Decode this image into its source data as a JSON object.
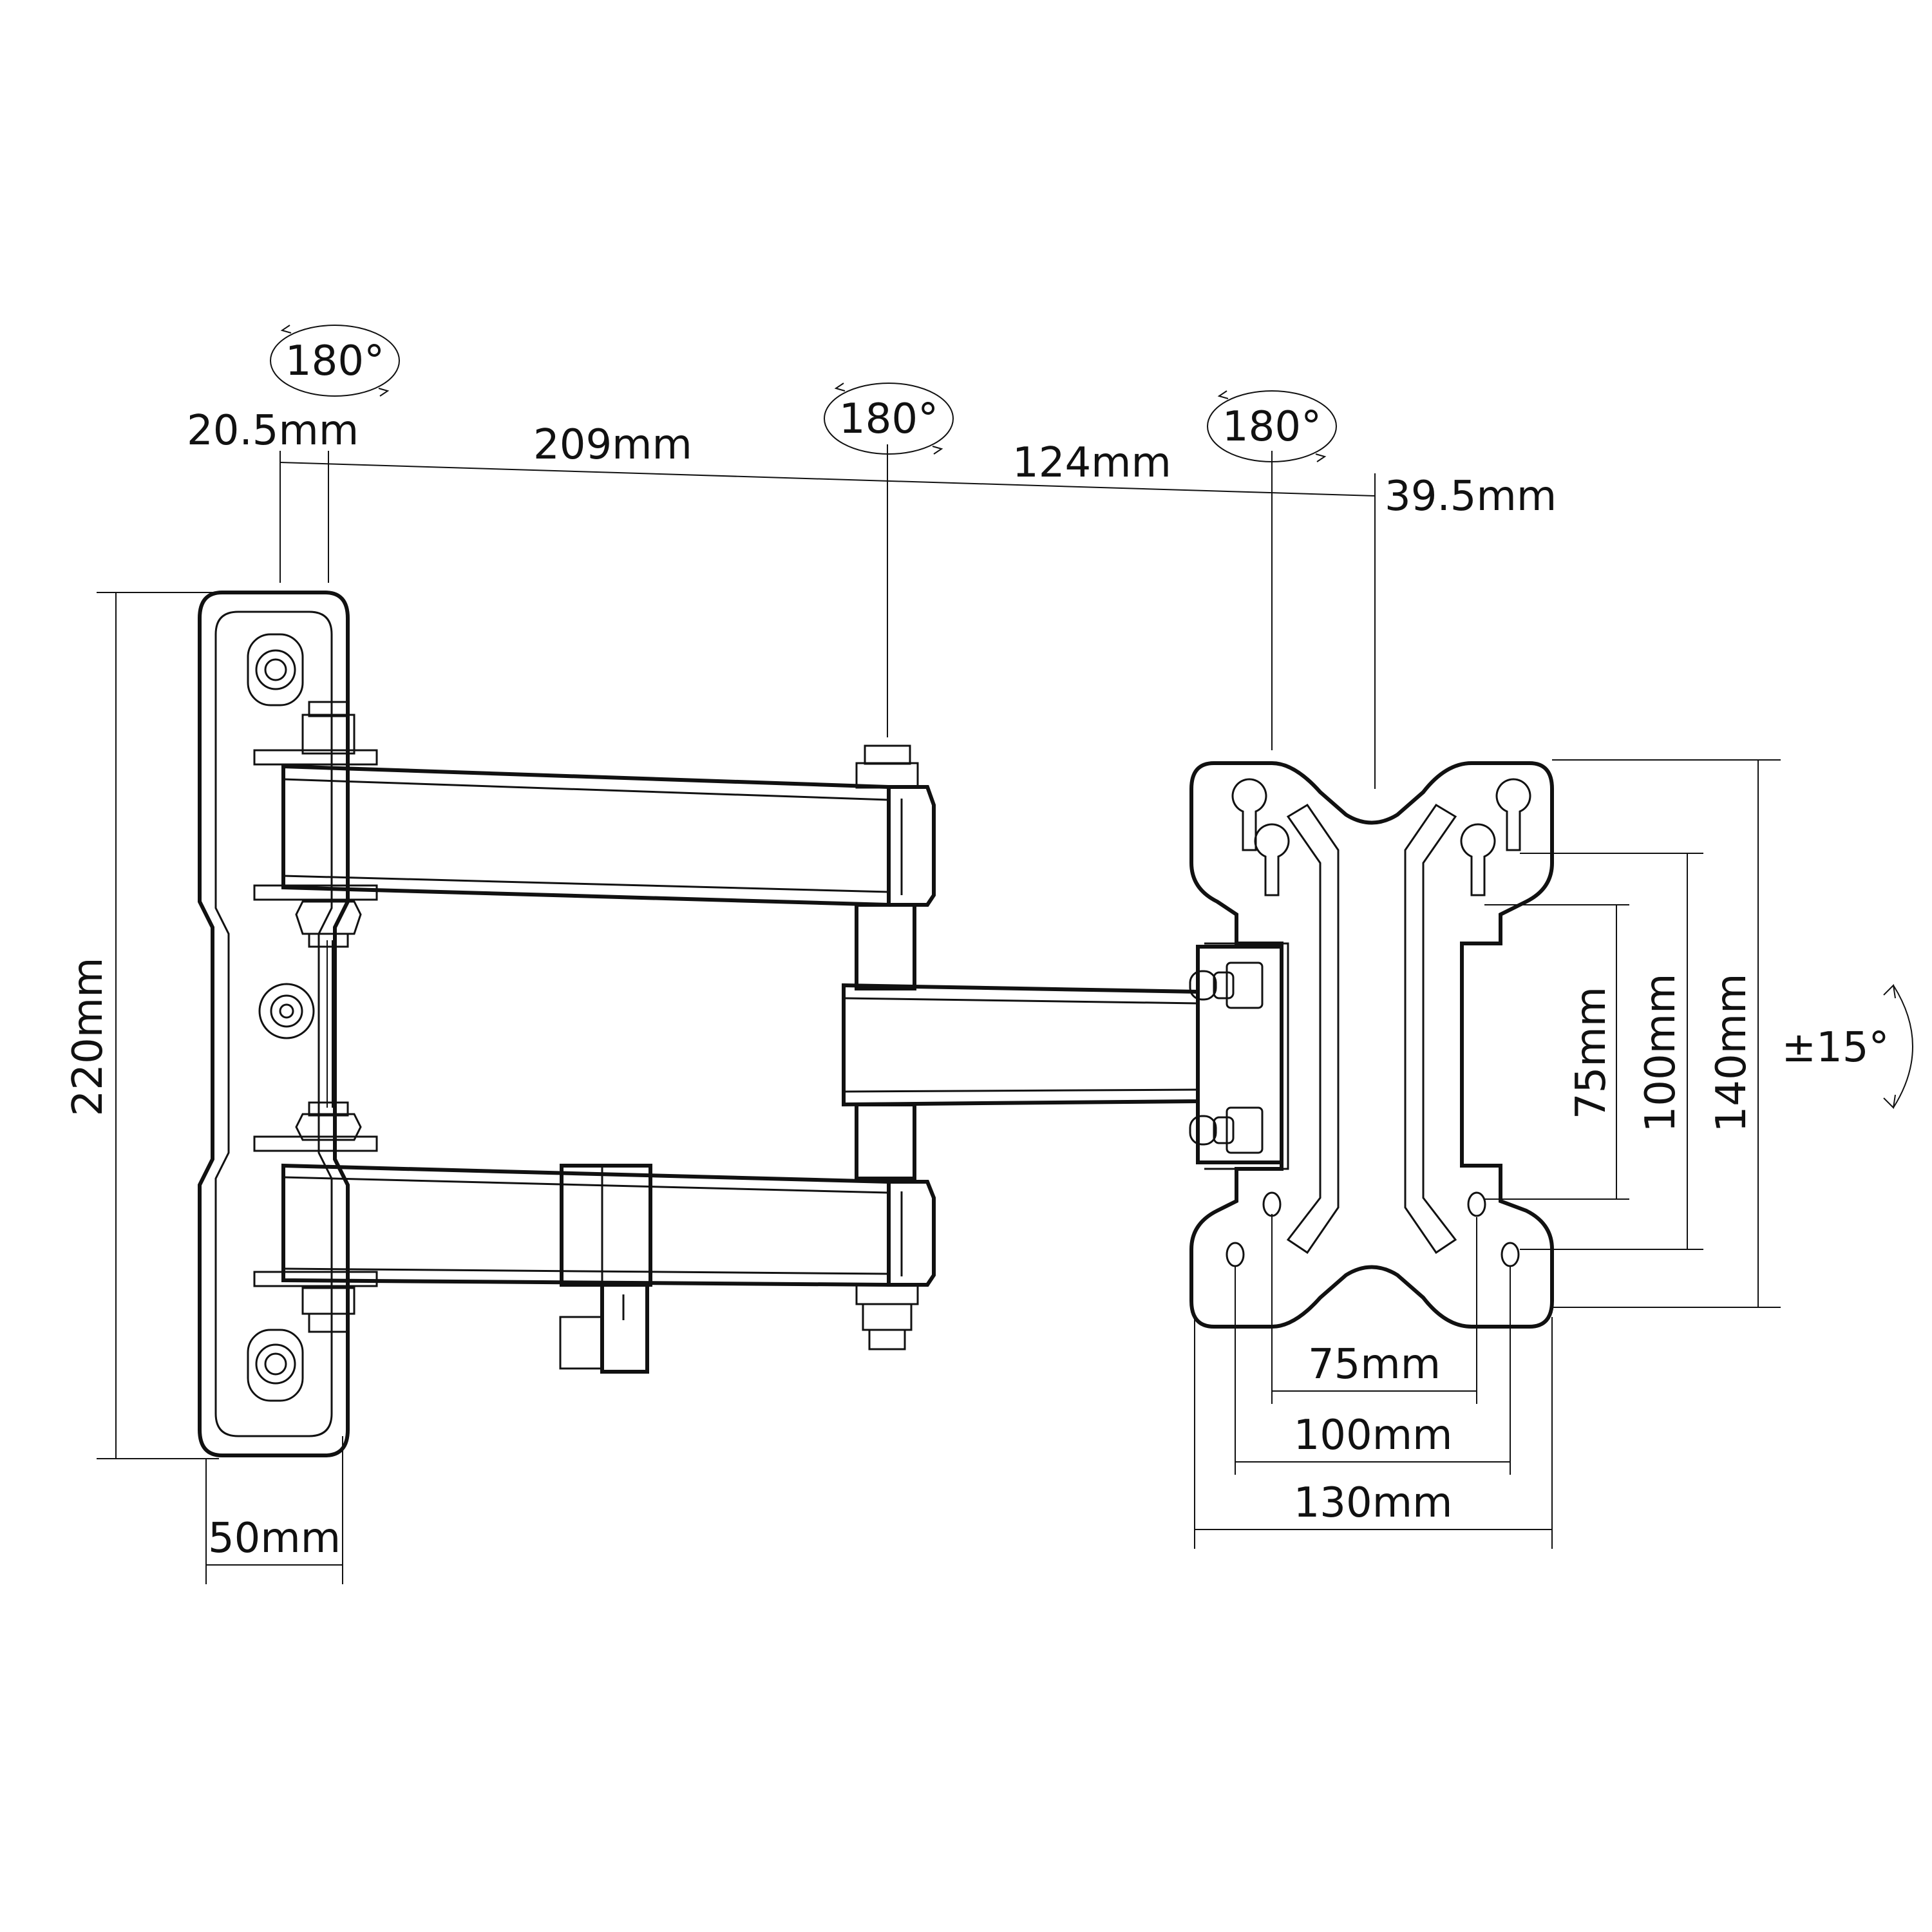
{
  "rotations": {
    "wall_pivot": "180°",
    "middle_pivot": "180°",
    "head_pivot": "180°"
  },
  "tilt": "±15°",
  "dimensions": {
    "wall_offset": "20.5mm",
    "arm_1_length": "209mm",
    "arm_2_length": "124mm",
    "head_offset": "39.5mm",
    "wall_plate_height": "220mm",
    "wall_plate_width": "50mm",
    "vesa_small_w": "75mm",
    "vesa_large_w": "100mm",
    "plate_width": "130mm",
    "vesa_small_h": "75mm",
    "vesa_large_h": "100mm",
    "plate_height": "140mm"
  },
  "colors": {
    "line": "#111111",
    "background": "#ffffff"
  }
}
